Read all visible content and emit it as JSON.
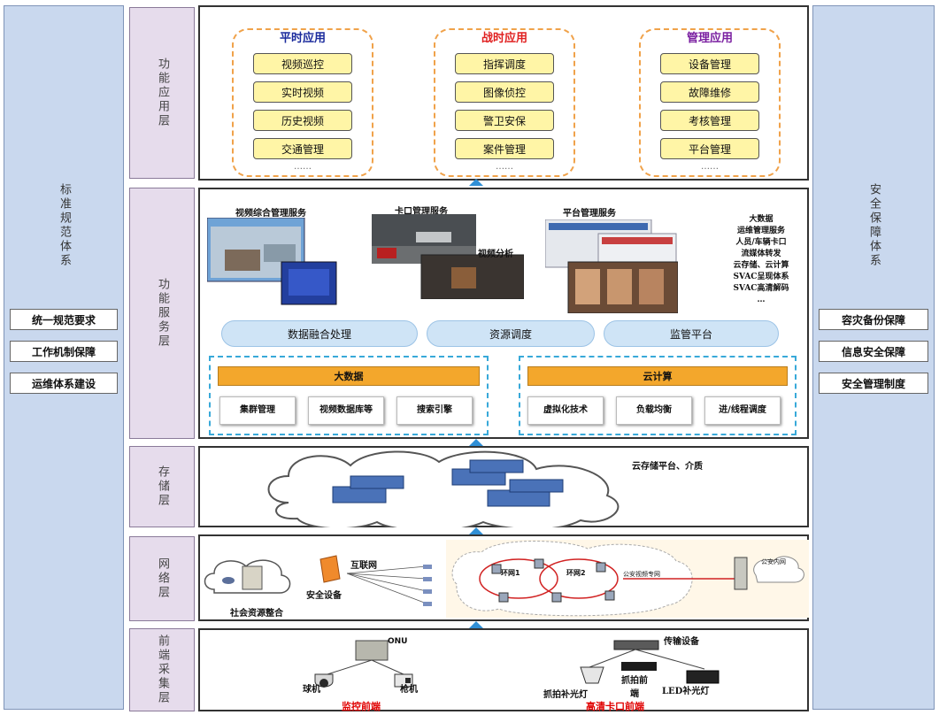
{
  "left_column": {
    "title": "标准规范体系",
    "boxes": [
      "统一规范要求",
      "工作机制保障",
      "运维体系建设"
    ]
  },
  "right_column": {
    "title": "安全保障体系",
    "boxes": [
      "容灾备份保障",
      "信息安全保障",
      "安全管理制度"
    ]
  },
  "layers": {
    "app": "功能应用层",
    "service": "功能服务层",
    "storage": "存储层",
    "network": "网络层",
    "front": "前端采集层"
  },
  "app_layer": {
    "groups": [
      {
        "title": "平时应用",
        "color": "#1a2a9c",
        "items": [
          "视频巡控",
          "实时视频",
          "历史视频",
          "交通管理"
        ],
        "more": "……"
      },
      {
        "title": "战时应用",
        "color": "#e02020",
        "items": [
          "指挥调度",
          "图像侦控",
          "警卫安保",
          "案件管理"
        ],
        "more": "……"
      },
      {
        "title": "管理应用",
        "color": "#7a1fa0",
        "items": [
          "设备管理",
          "故障维修",
          "考核管理",
          "平台管理"
        ],
        "more": "……"
      }
    ]
  },
  "service_layer": {
    "titles": [
      "视频综合管理服务",
      "卡口管理服务",
      "平台管理服务"
    ],
    "video_analysis": "视频分析",
    "side_list": [
      "大数据",
      "运维管理服务",
      "人员/车辆卡口",
      "流媒体转发",
      "云存储、云计算",
      "SVAC呈现体系",
      "SVAC高清解码",
      "…"
    ],
    "pills": [
      "数据融合处理",
      "资源调度",
      "监管平台"
    ],
    "bigdata": {
      "title": "大数据",
      "items": [
        "集群管理",
        "视频数据库等",
        "搜索引擎"
      ]
    },
    "cloud": {
      "title": "云计算",
      "items": [
        "虚拟化技术",
        "负载均衡",
        "进/线程调度"
      ]
    }
  },
  "storage_layer": {
    "caption": "云存储平台、介质"
  },
  "network_layer": {
    "internet": "互联网",
    "security_device": "安全设备",
    "social": "社会资源整合",
    "ring1": "环网1",
    "ring2": "环网2",
    "police_net": "公安视频专网",
    "police_intranet": "公安内网"
  },
  "front_layer": {
    "onu": "ONU",
    "dome": "球机",
    "gun": "枪机",
    "monitor_caption": "监控前端",
    "transmission": "传输设备",
    "capture_front": "抓拍前端",
    "capture_light": "抓拍补光灯",
    "led_light": "LED补光灯",
    "hd_caption": "高清卡口前端"
  },
  "colors": {
    "side_bg": "#c9d8ee",
    "layer_label_bg": "#e6dcec",
    "arrow": "#2f8fd6",
    "orange": "#f3a72c",
    "red": "#e00000"
  }
}
